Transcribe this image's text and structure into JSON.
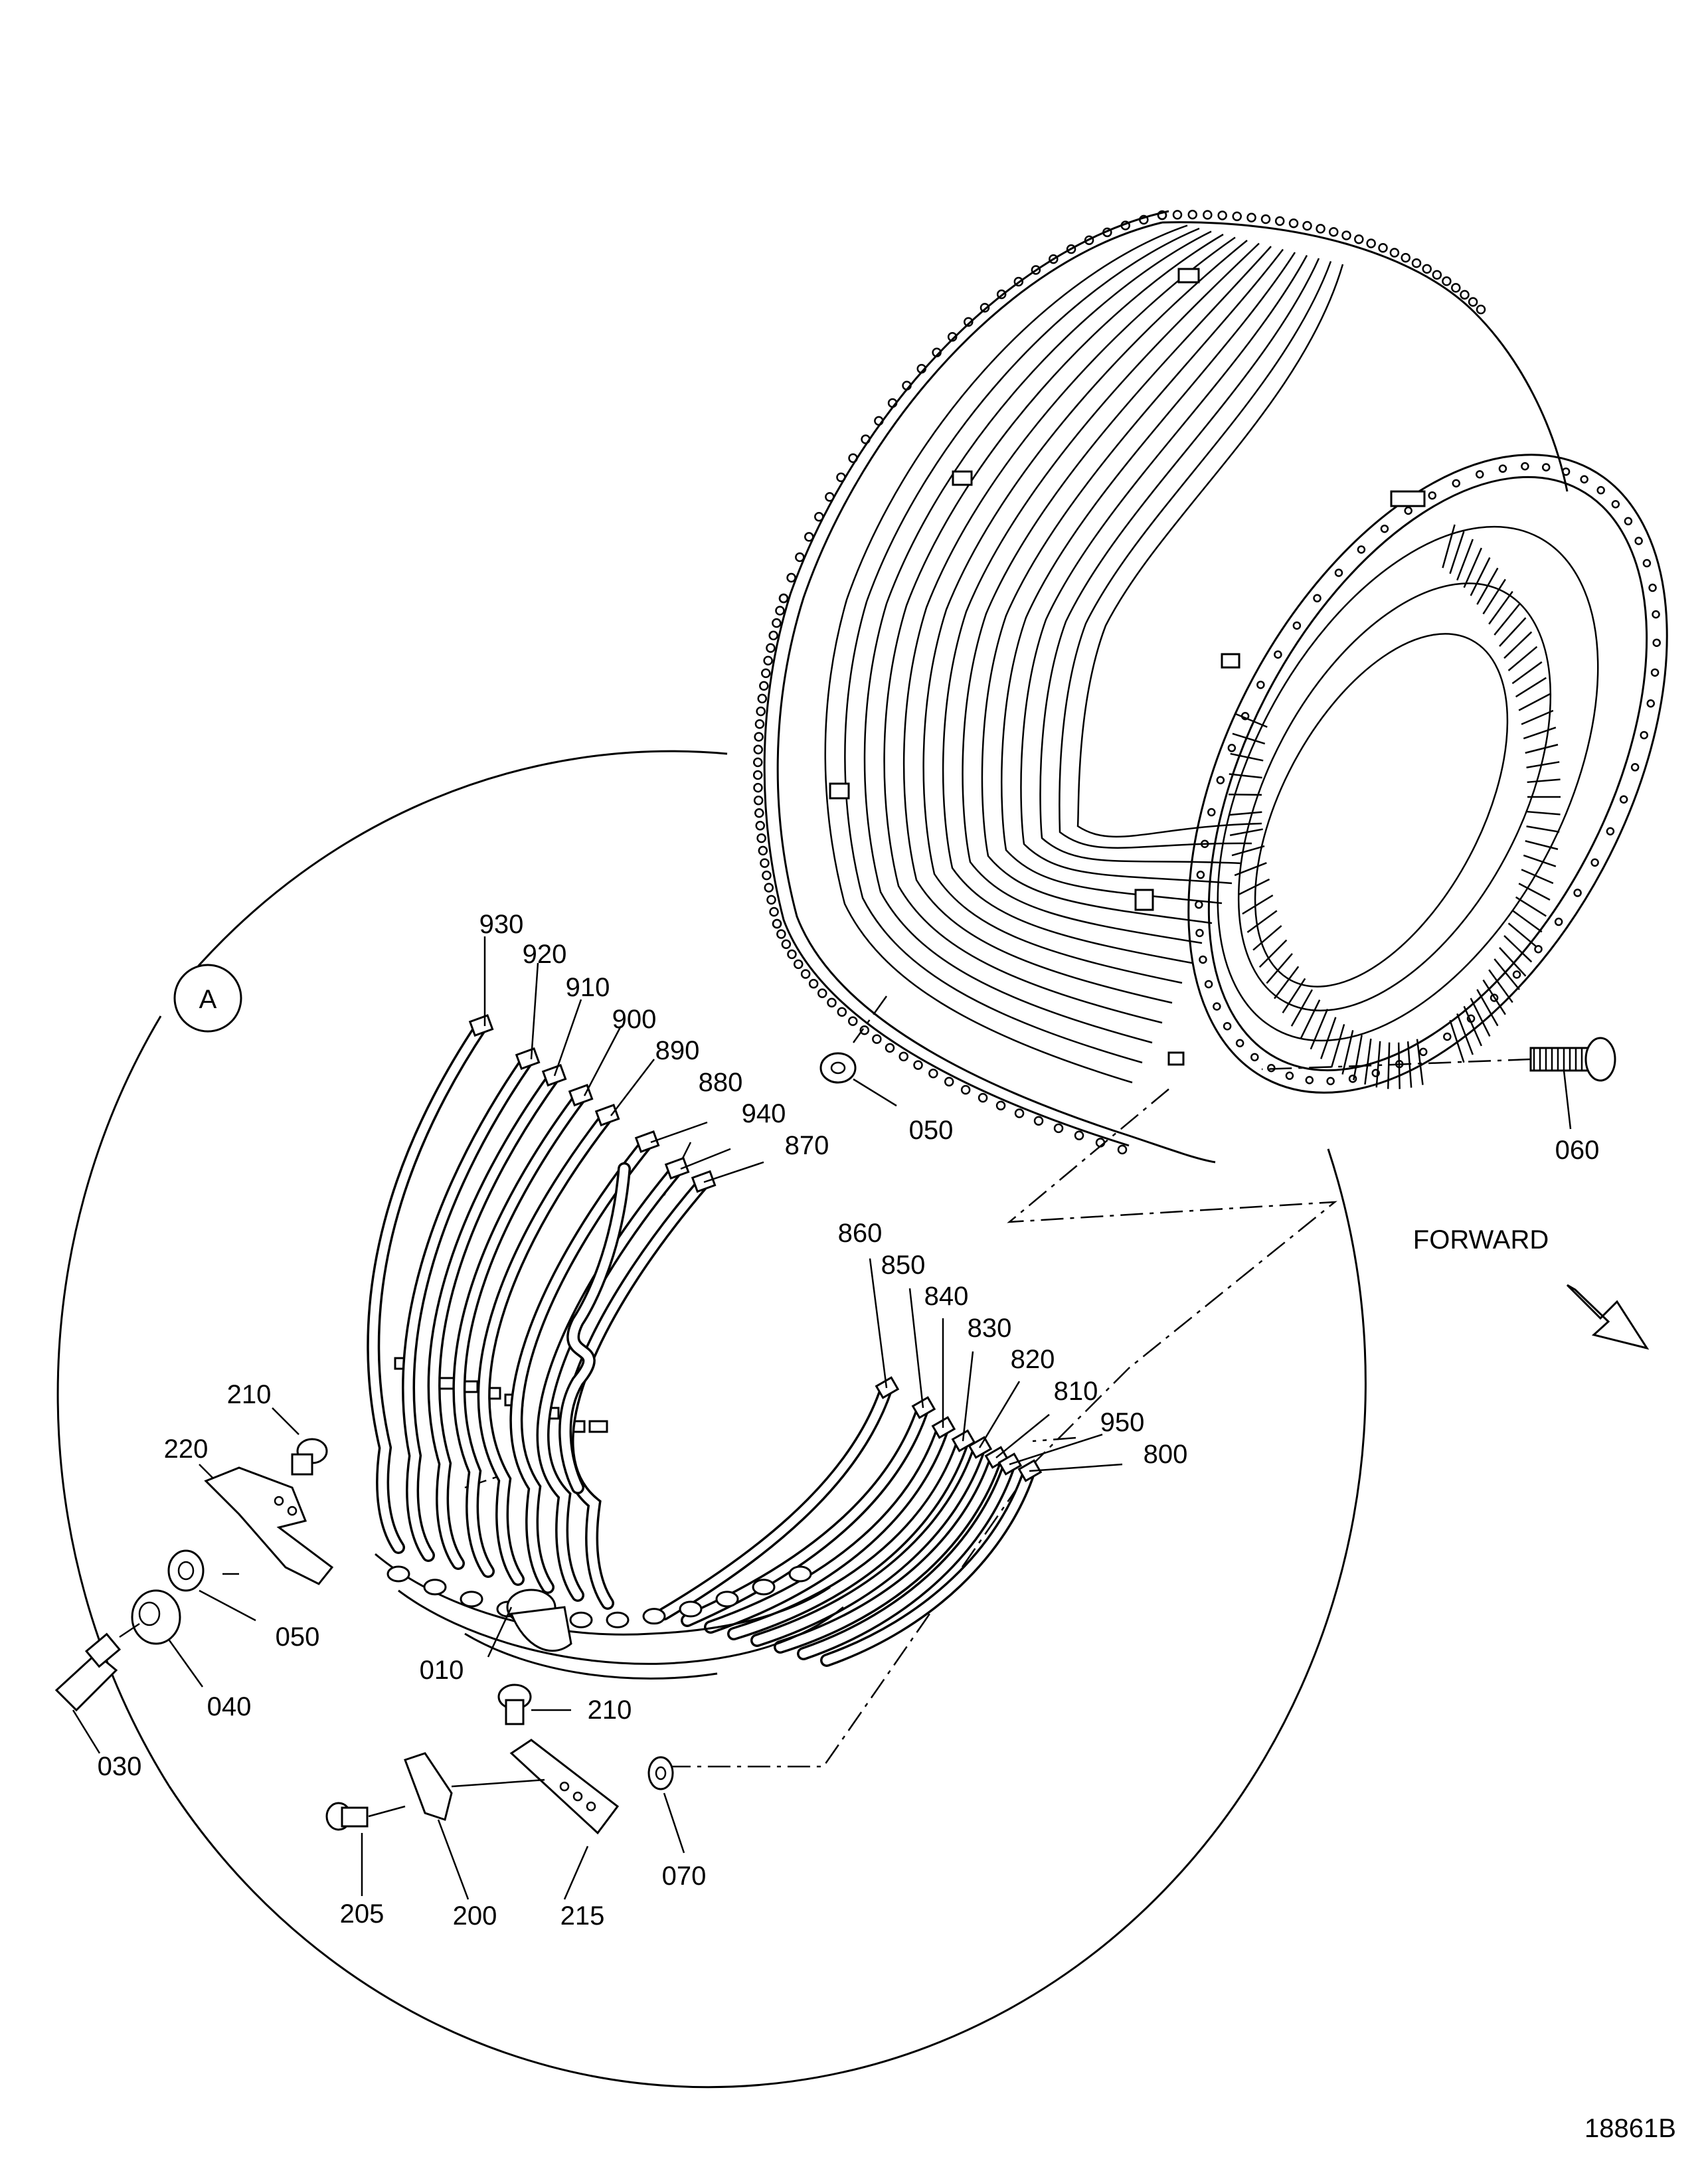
{
  "figure_number": "18861B",
  "detail_label": "A",
  "direction_text": "FORWARD",
  "callouts": {
    "c930": "930",
    "c920": "920",
    "c910": "910",
    "c900": "900",
    "c890": "890",
    "c880": "880",
    "c940": "940",
    "c870": "870",
    "c050a": "050",
    "c060": "060",
    "c860": "860",
    "c850": "850",
    "c840": "840",
    "c830": "830",
    "c820": "820",
    "c810": "810",
    "c950": "950",
    "c800": "800",
    "c210a": "210",
    "c220": "220",
    "c050b": "050",
    "c040": "040",
    "c030": "030",
    "c010": "010",
    "c210b": "210",
    "c070": "070",
    "c205": "205",
    "c200": "200",
    "c215": "215"
  }
}
